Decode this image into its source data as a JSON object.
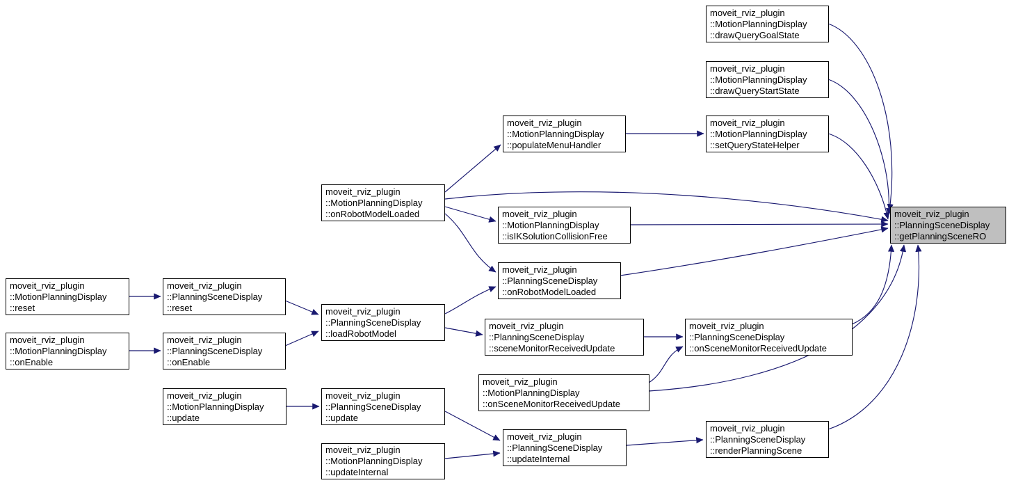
{
  "colors": {
    "edge": "#191970",
    "node_bg": "#ffffff",
    "node_border": "#000000",
    "target_bg": "#bfbfbf"
  },
  "nodes": {
    "mpd_draw_query_goal_state": {
      "label": "moveit_rviz_plugin\n::MotionPlanningDisplay\n::drawQueryGoalState"
    },
    "mpd_draw_query_start_state": {
      "label": "moveit_rviz_plugin\n::MotionPlanningDisplay\n::drawQueryStartState"
    },
    "mpd_set_query_state_helper": {
      "label": "moveit_rviz_plugin\n::MotionPlanningDisplay\n::setQueryStateHelper"
    },
    "mpd_populate_menu_handler": {
      "label": "moveit_rviz_plugin\n::MotionPlanningDisplay\n::populateMenuHandler"
    },
    "mpd_on_robot_model_loaded": {
      "label": "moveit_rviz_plugin\n::MotionPlanningDisplay\n::onRobotModelLoaded"
    },
    "mpd_is_ik_solution_collision_free": {
      "label": "moveit_rviz_plugin\n::MotionPlanningDisplay\n::isIKSolutionCollisionFree"
    },
    "psd_on_robot_model_loaded": {
      "label": "moveit_rviz_plugin\n::PlanningSceneDisplay\n::onRobotModelLoaded"
    },
    "mpd_reset": {
      "label": "moveit_rviz_plugin\n::MotionPlanningDisplay\n::reset"
    },
    "psd_reset": {
      "label": "moveit_rviz_plugin\n::PlanningSceneDisplay\n::reset"
    },
    "mpd_on_enable": {
      "label": "moveit_rviz_plugin\n::MotionPlanningDisplay\n::onEnable"
    },
    "psd_on_enable": {
      "label": "moveit_rviz_plugin\n::PlanningSceneDisplay\n::onEnable"
    },
    "psd_load_robot_model": {
      "label": "moveit_rviz_plugin\n::PlanningSceneDisplay\n::loadRobotModel"
    },
    "psd_scene_monitor_received_update": {
      "label": "moveit_rviz_plugin\n::PlanningSceneDisplay\n::sceneMonitorReceivedUpdate"
    },
    "psd_on_scene_monitor_received_update": {
      "label": "moveit_rviz_plugin\n::PlanningSceneDisplay\n::onSceneMonitorReceivedUpdate"
    },
    "mpd_on_scene_monitor_received_update": {
      "label": "moveit_rviz_plugin\n::MotionPlanningDisplay\n::onSceneMonitorReceivedUpdate"
    },
    "mpd_update": {
      "label": "moveit_rviz_plugin\n::MotionPlanningDisplay\n::update"
    },
    "psd_update": {
      "label": "moveit_rviz_plugin\n::PlanningSceneDisplay\n::update"
    },
    "mpd_update_internal": {
      "label": "moveit_rviz_plugin\n::MotionPlanningDisplay\n::updateInternal"
    },
    "psd_update_internal": {
      "label": "moveit_rviz_plugin\n::PlanningSceneDisplay\n::updateInternal"
    },
    "psd_render_planning_scene": {
      "label": "moveit_rviz_plugin\n::PlanningSceneDisplay\n::renderPlanningScene"
    },
    "psd_get_planning_scene_ro": {
      "label": "moveit_rviz_plugin\n::PlanningSceneDisplay\n::getPlanningSceneRO"
    }
  },
  "edges": [
    {
      "from": "mpd_draw_query_goal_state",
      "to": "psd_get_planning_scene_ro"
    },
    {
      "from": "mpd_draw_query_start_state",
      "to": "psd_get_planning_scene_ro"
    },
    {
      "from": "mpd_set_query_state_helper",
      "to": "psd_get_planning_scene_ro"
    },
    {
      "from": "mpd_populate_menu_handler",
      "to": "mpd_set_query_state_helper"
    },
    {
      "from": "mpd_on_robot_model_loaded",
      "to": "mpd_populate_menu_handler"
    },
    {
      "from": "mpd_on_robot_model_loaded",
      "to": "psd_get_planning_scene_ro"
    },
    {
      "from": "mpd_on_robot_model_loaded",
      "to": "mpd_is_ik_solution_collision_free"
    },
    {
      "from": "mpd_on_robot_model_loaded",
      "to": "psd_on_robot_model_loaded"
    },
    {
      "from": "mpd_is_ik_solution_collision_free",
      "to": "psd_get_planning_scene_ro"
    },
    {
      "from": "psd_on_robot_model_loaded",
      "to": "psd_get_planning_scene_ro"
    },
    {
      "from": "psd_load_robot_model",
      "to": "psd_on_robot_model_loaded"
    },
    {
      "from": "psd_load_robot_model",
      "to": "psd_scene_monitor_received_update"
    },
    {
      "from": "psd_scene_monitor_received_update",
      "to": "psd_on_scene_monitor_received_update"
    },
    {
      "from": "psd_on_scene_monitor_received_update",
      "to": "psd_get_planning_scene_ro"
    },
    {
      "from": "mpd_on_scene_monitor_received_update",
      "to": "psd_on_scene_monitor_received_update"
    },
    {
      "from": "mpd_on_scene_monitor_received_update",
      "to": "psd_get_planning_scene_ro"
    },
    {
      "from": "psd_render_planning_scene",
      "to": "psd_get_planning_scene_ro"
    },
    {
      "from": "mpd_reset",
      "to": "psd_reset"
    },
    {
      "from": "psd_reset",
      "to": "psd_load_robot_model"
    },
    {
      "from": "mpd_on_enable",
      "to": "psd_on_enable"
    },
    {
      "from": "psd_on_enable",
      "to": "psd_load_robot_model"
    },
    {
      "from": "mpd_update",
      "to": "psd_update"
    },
    {
      "from": "psd_update",
      "to": "psd_update_internal"
    },
    {
      "from": "mpd_update_internal",
      "to": "psd_update_internal"
    },
    {
      "from": "psd_update_internal",
      "to": "psd_render_planning_scene"
    }
  ]
}
